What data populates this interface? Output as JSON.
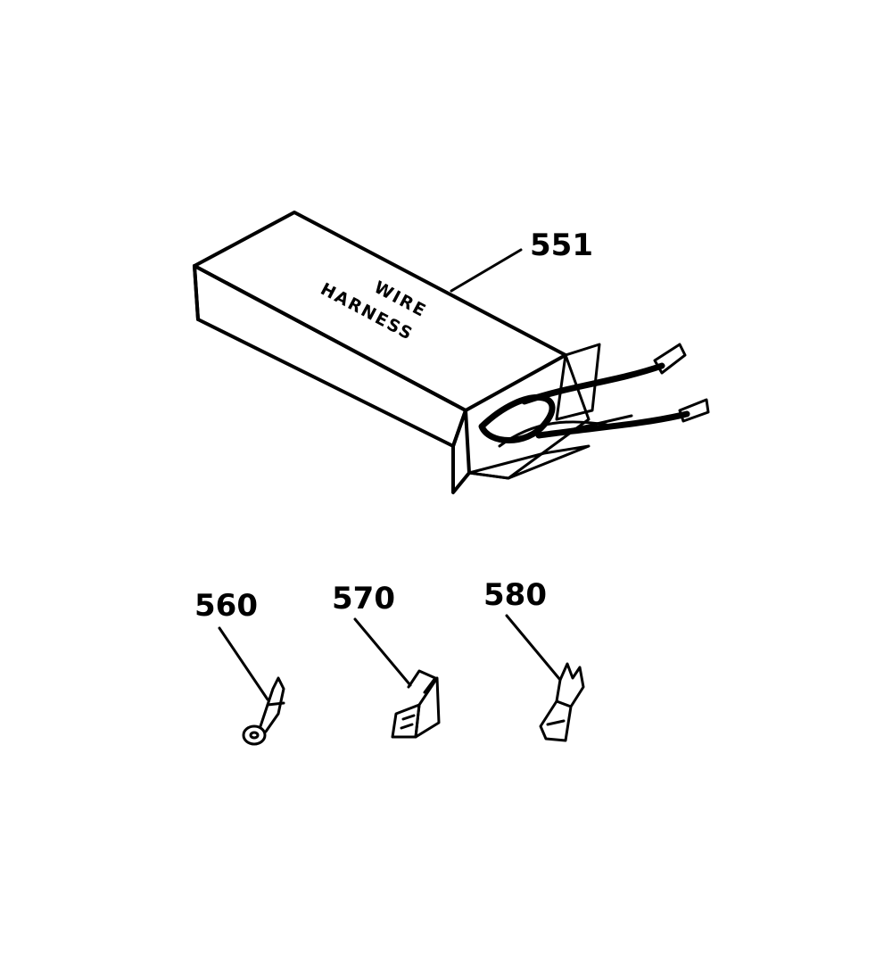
{
  "diagram": {
    "box_label_line1": "WIRE",
    "box_label_line2": "HARNESS",
    "callouts": {
      "harness": "551",
      "ring_terminal": "560",
      "flag_terminal": "570",
      "spade_terminal": "580"
    },
    "colors": {
      "ink": "#000000",
      "background": "#ffffff"
    }
  }
}
